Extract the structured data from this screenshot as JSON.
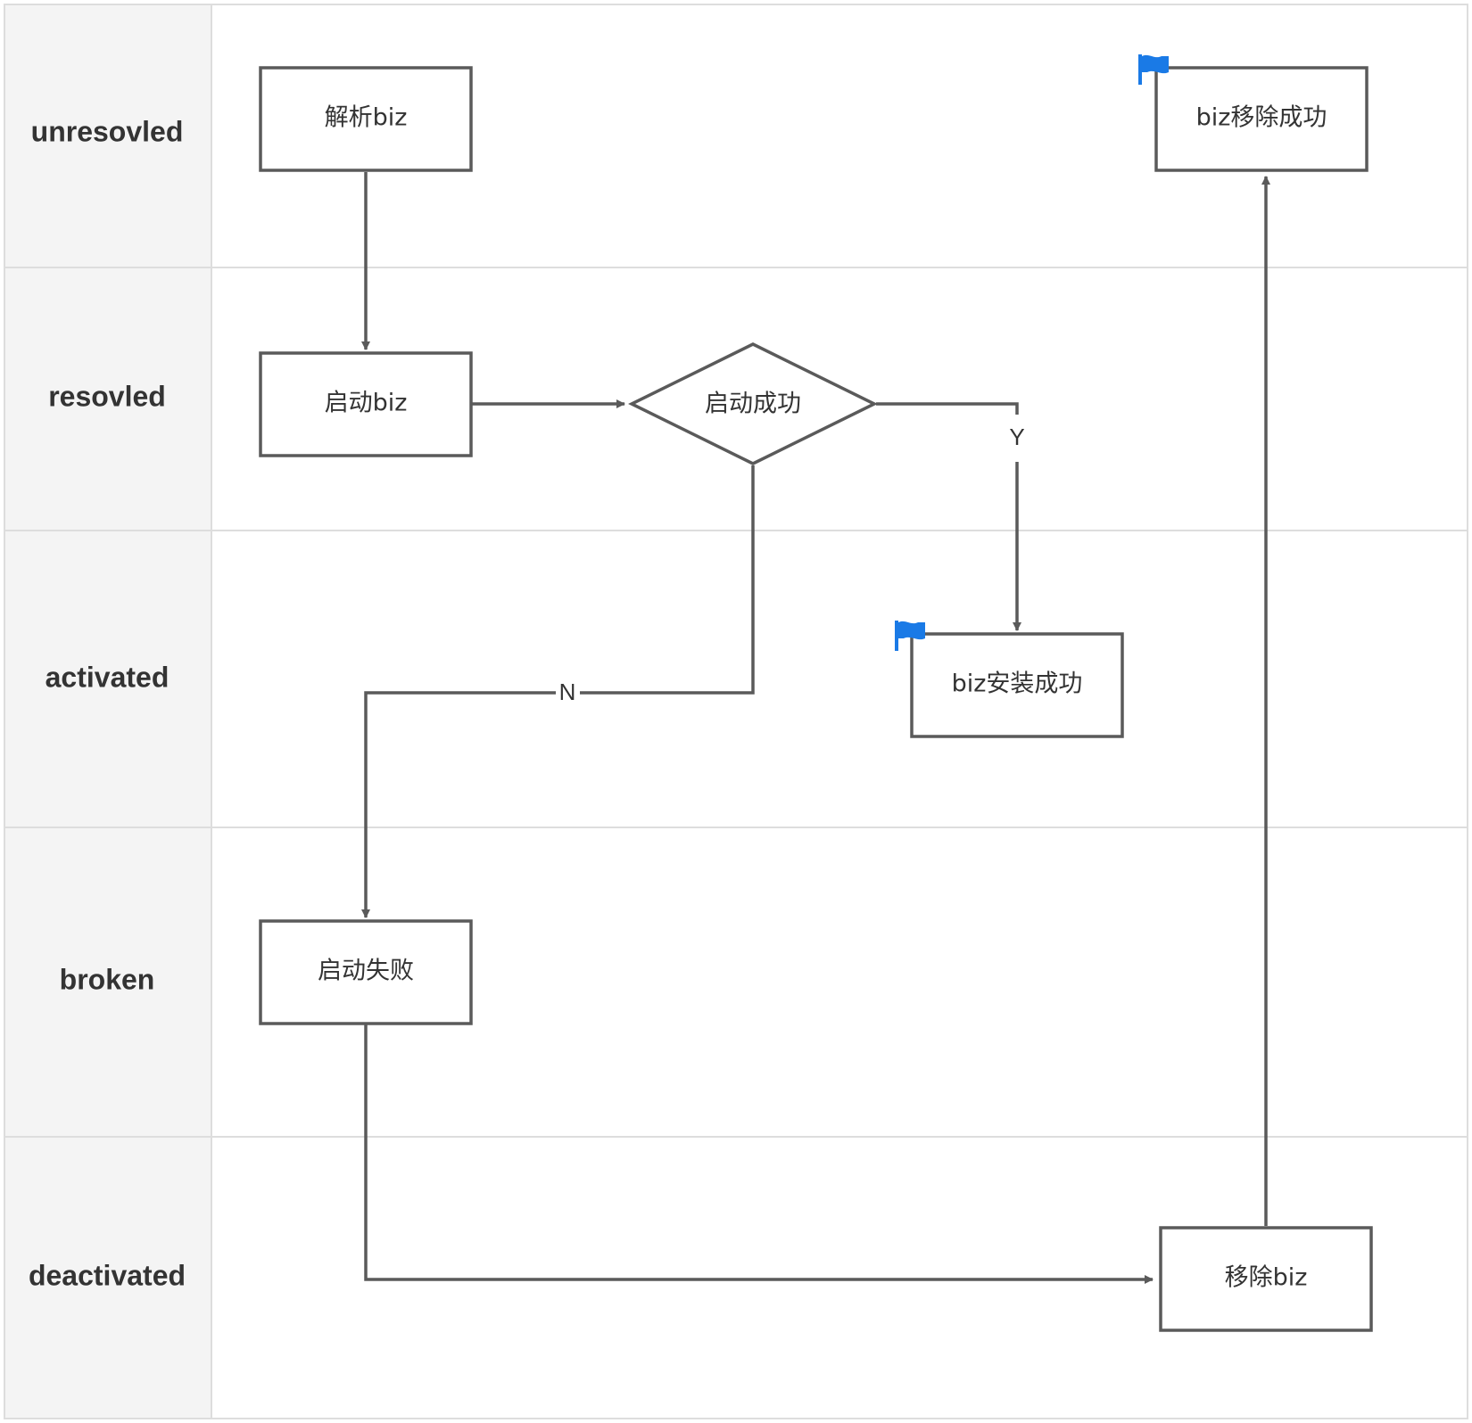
{
  "lanes": [
    {
      "label": "unresovled"
    },
    {
      "label": "resovled"
    },
    {
      "label": "activated"
    },
    {
      "label": "broken"
    },
    {
      "label": "deactivated"
    }
  ],
  "nodes": {
    "parse_biz": {
      "label": "解析biz"
    },
    "start_biz": {
      "label": "启动biz"
    },
    "start_success": {
      "label": "启动成功"
    },
    "install_success": {
      "label": "biz安装成功"
    },
    "start_failed": {
      "label": "启动失败"
    },
    "remove_biz": {
      "label": "移除biz"
    },
    "remove_success": {
      "label": "biz移除成功"
    }
  },
  "edge_labels": {
    "yes": "Y",
    "no": "N"
  },
  "colors": {
    "flag": "#1a7ae6",
    "node_stroke": "#5a5a5a",
    "lane_header_bg": "#f4f4f4",
    "grid": "#dddddd"
  },
  "icons": {
    "terminal_flag": "flag-icon"
  }
}
